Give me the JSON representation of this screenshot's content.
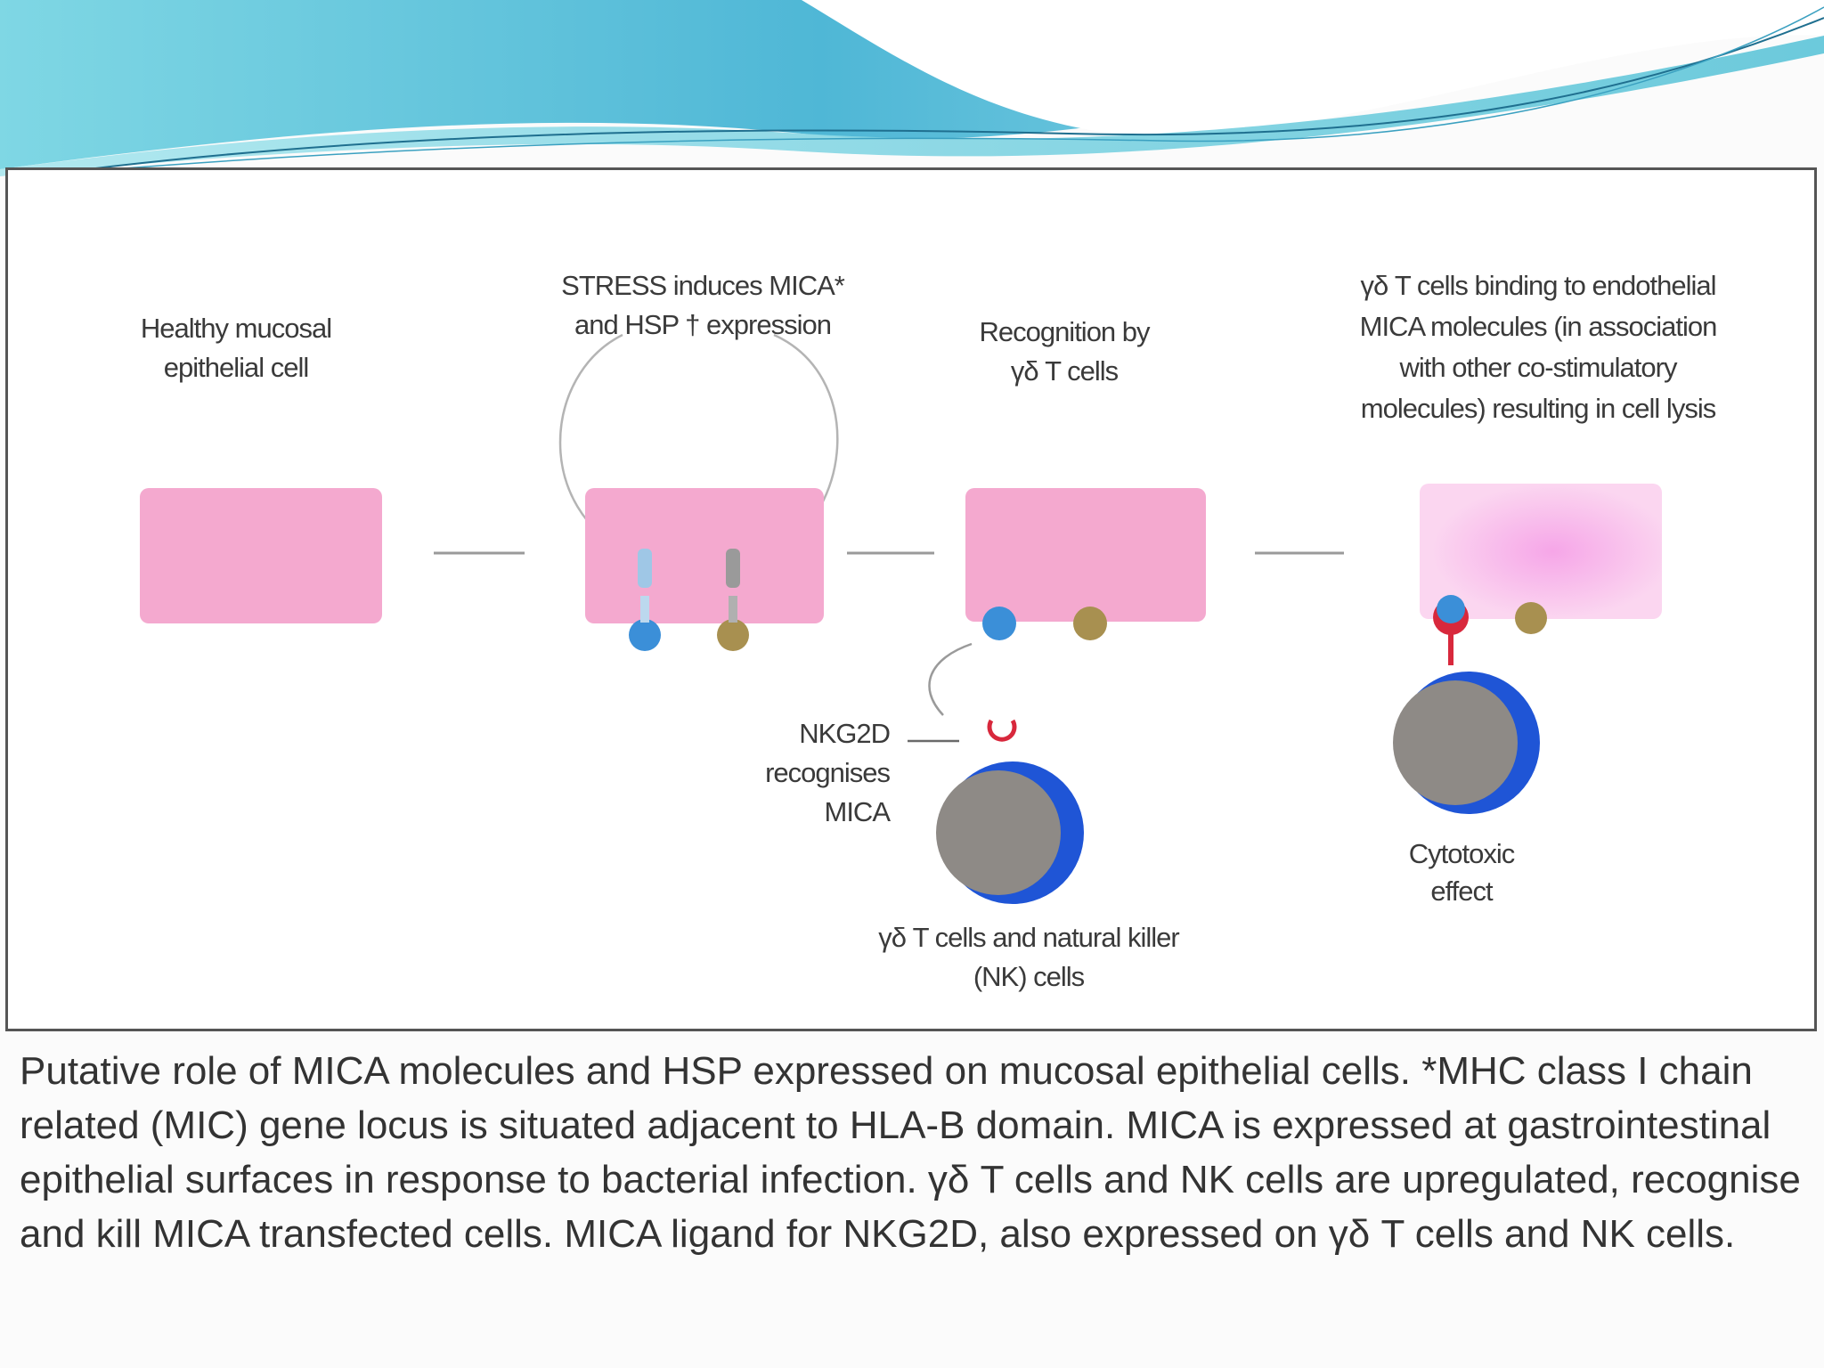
{
  "diagram": {
    "stages": [
      {
        "label_lines": [
          "Healthy mucosal",
          "epithelial cell"
        ]
      },
      {
        "label_lines": [
          "STRESS induces MICA*",
          "and HSP † expression"
        ]
      },
      {
        "label_lines": [
          "Recognition by",
          "γδ T cells"
        ]
      },
      {
        "label_lines": [
          "γδ T cells binding to endothelial",
          "MICA molecules (in association",
          "with other co-stimulatory",
          "molecules) resulting in cell lysis"
        ]
      }
    ],
    "nkg2d_label_lines": [
      "NKG2D",
      "recognises",
      "MICA"
    ],
    "effector_cell_label_lines": [
      "γδ T cells and natural killer",
      "(NK) cells"
    ],
    "cytotoxic_label_lines": [
      "Cytotoxic",
      "effect"
    ],
    "colors": {
      "epithelial_cell": "#f4a9cf",
      "mica": "#3b8fd8",
      "hsp": "#a89050",
      "effector_cell_ring": "#1f55d6",
      "effector_cell_nucleus": "#8e8a86",
      "nkg2d": "#d8283c",
      "header_wave": "#5fc9dc"
    }
  },
  "caption": "Putative role of MICA molecules and HSP expressed on mucosal epithelial cells. *MHC class I chain related (MIC) gene locus is situated adjacent to HLA-B domain. MICA is expressed at gastrointestinal epithelial surfaces in response to bacterial infection. γδ T cells and NK cells are upregulated, recognise and kill MICA transfected cells. MICA ligand for NKG2D, also expressed on γδ T cells and NK cells."
}
